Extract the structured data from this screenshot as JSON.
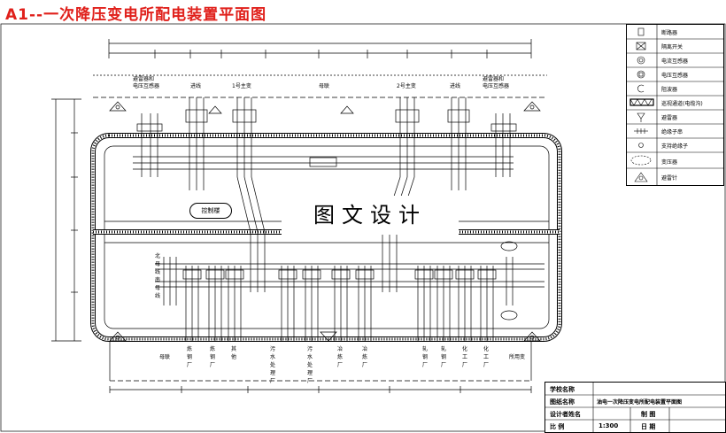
{
  "title": "A1--一次降压变电所配电装置平面图",
  "watermark": "图文设计",
  "legend": [
    {
      "icon": "breaker-icon",
      "label": "断路器"
    },
    {
      "icon": "disconnector-icon",
      "label": "隔离开关"
    },
    {
      "icon": "current-transformer-icon",
      "label": "电流互感器"
    },
    {
      "icon": "voltage-transformer-icon",
      "label": "电压互感器"
    },
    {
      "icon": "reactor-icon",
      "label": "阻波器"
    },
    {
      "icon": "cable-trench-icon",
      "label": "巡视通道(电缆沟)"
    },
    {
      "icon": "arrester-icon",
      "label": "避雷器"
    },
    {
      "icon": "insulator-string-icon",
      "label": "绝缘子串"
    },
    {
      "icon": "post-insulator-icon",
      "label": "支持绝缘子"
    },
    {
      "icon": "transformer-icon",
      "label": "变压器"
    },
    {
      "icon": "lightning-rod-icon",
      "label": "避雷针"
    }
  ],
  "top_labels": {
    "left_ptv": "避雷器和\n电压互感器",
    "line1": "进线",
    "transformer1": "1号主变",
    "bus_tie": "母联",
    "transformer2": "2号主变",
    "line2": "进线",
    "right_ptv": "避雷器和\n电压互感器"
  },
  "substation_box": "控制楼",
  "left_bus_labels": [
    "北",
    "母",
    "线",
    "南",
    "母",
    "线"
  ],
  "bottom_feeders": [
    {
      "id": "bus-tie",
      "text": "母联"
    },
    {
      "id": "f1",
      "text": "炼钢厂"
    },
    {
      "id": "f2",
      "text": "炼钢厂"
    },
    {
      "id": "f3",
      "text": "其他"
    },
    {
      "id": "f4",
      "text": "污水处理厂"
    },
    {
      "id": "f5",
      "text": "污水处理厂"
    },
    {
      "id": "f6",
      "text": "冶炼厂"
    },
    {
      "id": "f7",
      "text": "冶炼厂"
    },
    {
      "id": "f8",
      "text": "轧钢厂"
    },
    {
      "id": "f9",
      "text": "轧钢厂"
    },
    {
      "id": "f10",
      "text": "化工厂"
    },
    {
      "id": "f11",
      "text": "化工厂"
    },
    {
      "id": "house",
      "text": "所用变"
    }
  ],
  "title_block": {
    "school_label": "学校名称",
    "drawing_name_label": "图纸名称",
    "drawing_name_value": "油电一次降压变电所配电装置平面图",
    "designer_label": "设计者姓名",
    "drawn_label": "制 图",
    "scale_label": "比 例",
    "scale_value": "1:300",
    "sheet_label": "日 期"
  }
}
